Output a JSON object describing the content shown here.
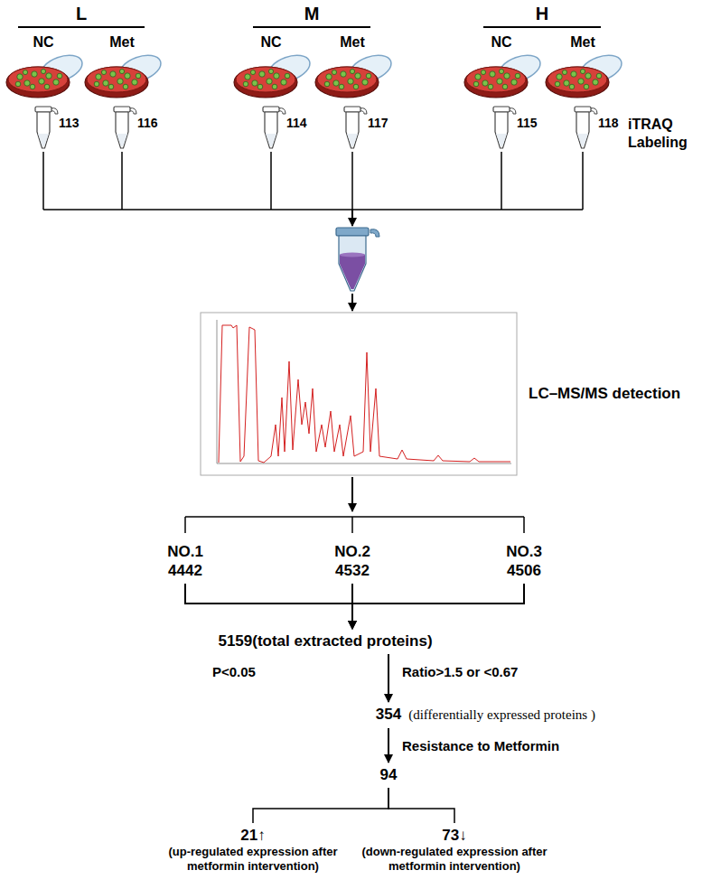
{
  "diagram": {
    "nodes": [
      {
        "text": [
          "NO.1",
          "4442"
        ]
      },
      {
        "text": [
          "NO.2",
          "4532"
        ]
      },
      {
        "text": [
          "NO.3",
          "4506"
        ]
      },
      {
        "text": [
          "5159(total extracted proteins)"
        ]
      },
      {
        "text": [
          "354",
          "(differentially expressed proteins )"
        ]
      },
      {
        "text": [
          "94"
        ]
      },
      {
        "text": [
          "21↑",
          "(up-regulated expression after metformin intervention)"
        ]
      },
      {
        "text": [
          "73↓",
          "(down-regulated expression after metformin intervention)"
        ]
      }
    ],
    "edges": [
      {
        "from": 0,
        "to": 3,
        "arrow": "to"
      },
      {
        "from": 1,
        "to": 3,
        "arrow": "to"
      },
      {
        "from": 2,
        "to": 3,
        "arrow": "to"
      },
      {
        "from": 3,
        "to": 4,
        "arrow": "to"
      },
      {
        "from": 4,
        "to": 5,
        "arrow": "to",
        "label": "Resistance to Metformin"
      },
      {
        "from": 5,
        "to": 6,
        "arrow": "none"
      },
      {
        "from": 5,
        "to": 7,
        "arrow": "none"
      }
    ],
    "labels": [
      "L",
      "M",
      "H",
      "NC",
      "Met",
      "NC",
      "Met",
      "NC",
      "Met",
      "113",
      "116",
      "114",
      "117",
      "115",
      "118",
      "iTRAQ Labeling",
      "LC–MS/MS detection",
      "P<0.05",
      "Ratio>1.5 or <0.67"
    ]
  }
}
